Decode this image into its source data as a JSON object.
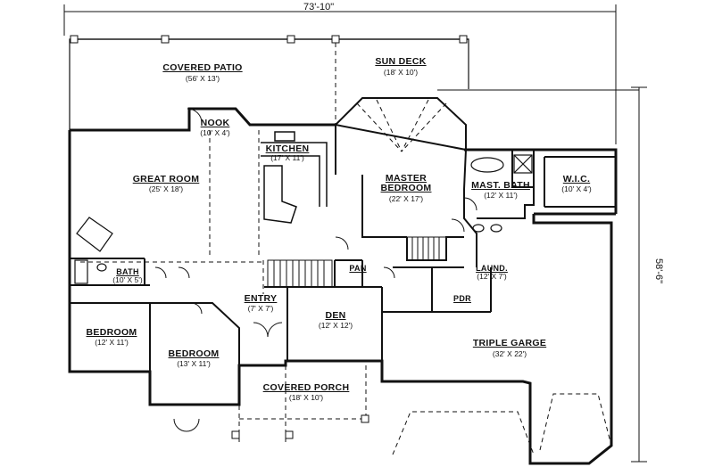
{
  "overall": {
    "width": "73'-10\"",
    "depth": "58'-6\""
  },
  "rooms": [
    {
      "key": "covered_patio",
      "name": "COVERED PATIO",
      "size": "(56' X 13')"
    },
    {
      "key": "sun_deck",
      "name": "SUN DECK",
      "size": "(18' X 10')"
    },
    {
      "key": "nook",
      "name": "NOOK",
      "size": "(10' X 4')"
    },
    {
      "key": "kitchen",
      "name": "KITCHEN",
      "size": "(17' X 11')"
    },
    {
      "key": "great_room",
      "name": "GREAT ROOM",
      "size": "(25' X 18')"
    },
    {
      "key": "master_bedroom",
      "name": "MASTER BEDROOM",
      "size": "(22' X 17')"
    },
    {
      "key": "mast_bath",
      "name": "MAST. BATH",
      "size": "(12' X 11')"
    },
    {
      "key": "wic",
      "name": "W.I.C.",
      "size": "(10' X 4')"
    },
    {
      "key": "bath",
      "name": "BATH",
      "size": "(10' X 5')"
    },
    {
      "key": "pan",
      "name": "PAN",
      "size": ""
    },
    {
      "key": "laund",
      "name": "LAUND.",
      "size": "(12' X 7')"
    },
    {
      "key": "pdr",
      "name": "PDR",
      "size": ""
    },
    {
      "key": "entry",
      "name": "ENTRY",
      "size": "(7' X 7')"
    },
    {
      "key": "den",
      "name": "DEN",
      "size": "(12' X 12')"
    },
    {
      "key": "bedroom_left",
      "name": "BEDROOM",
      "size": "(12' X 11')"
    },
    {
      "key": "bedroom_center",
      "name": "BEDROOM",
      "size": "(13' X 11')"
    },
    {
      "key": "covered_porch",
      "name": "COVERED PORCH",
      "size": "(18' X 10')"
    },
    {
      "key": "triple_garage",
      "name": "TRIPLE GARGE",
      "size": "(32' X 22')"
    }
  ],
  "colors": {
    "line": "#111111",
    "background": "#ffffff"
  }
}
